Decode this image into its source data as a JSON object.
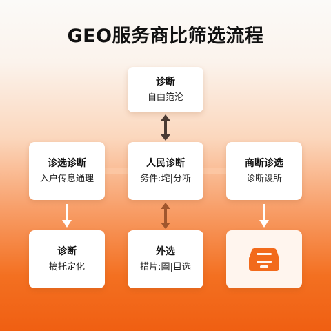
{
  "title": "GEO服务商比筛选流程",
  "nodes": {
    "top": {
      "head": "诊断",
      "sub": "自由笵沦"
    },
    "ml": {
      "head": "诊选诊断",
      "sub": "入户传息通理"
    },
    "mc": {
      "head": "人民诊断",
      "sub": "务件:垞|分断"
    },
    "mr": {
      "head": "商断诊选",
      "sub": "诊断设所"
    },
    "bl": {
      "head": "诊断",
      "sub": "搞托定化"
    },
    "bc": {
      "head": "外选",
      "sub": "措片:圄|目选"
    },
    "br": {
      "icon": "filter-box-icon"
    }
  },
  "colors": {
    "accent": "#f26a1b",
    "arrow_dark": "#4a3a33",
    "arrow_brown": "#a0562d",
    "arrow_white": "#ffffff"
  }
}
